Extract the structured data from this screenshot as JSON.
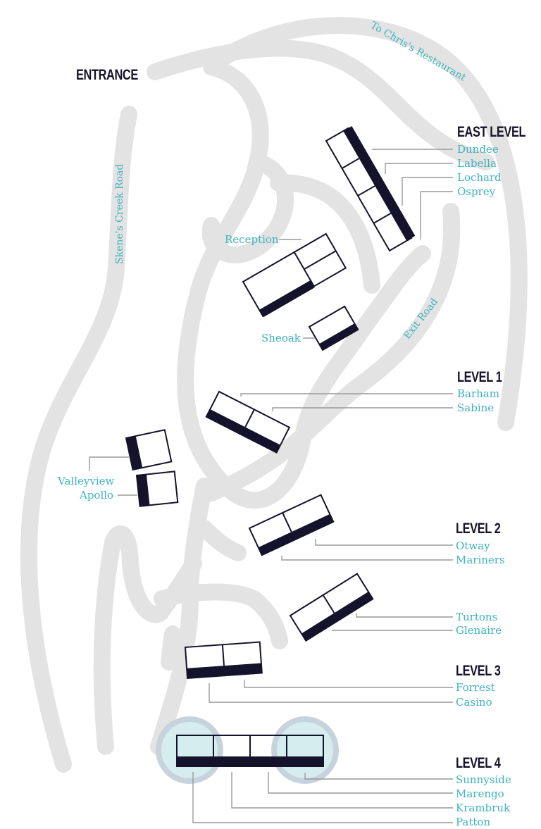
{
  "map": {
    "entrance_label": "ENTRANCE",
    "roads": {
      "restaurant": "To Chris's Restaurant",
      "skenes_creek": "Skene's Creek Road",
      "exit": "Exit Road"
    },
    "colors": {
      "road": "#e3e3e3",
      "building": "#15122b",
      "label": "#3fb2bd",
      "highlight": "#d6edf0",
      "leader": "#9a9a9a"
    },
    "levels": [
      {
        "heading": "EAST LEVEL",
        "units": [
          "Dundee",
          "Labella",
          "Lochard",
          "Osprey"
        ]
      },
      {
        "heading": "LEVEL 1",
        "units": [
          "Barham",
          "Sabine"
        ]
      },
      {
        "heading": "LEVEL 2",
        "units": [
          "Otway",
          "Mariners"
        ]
      },
      {
        "heading": "",
        "units": [
          "Turtons",
          "Glenaire"
        ]
      },
      {
        "heading": "LEVEL 3",
        "units": [
          "Forrest",
          "Casino"
        ]
      },
      {
        "heading": "LEVEL 4",
        "units": [
          "Sunnyside",
          "Marengo",
          "Krambruk",
          "Patton"
        ]
      }
    ],
    "facilities": {
      "reception": "Reception",
      "sheoak": "Sheoak",
      "valleyview": "Valleyview",
      "apollo": "Apollo"
    }
  }
}
